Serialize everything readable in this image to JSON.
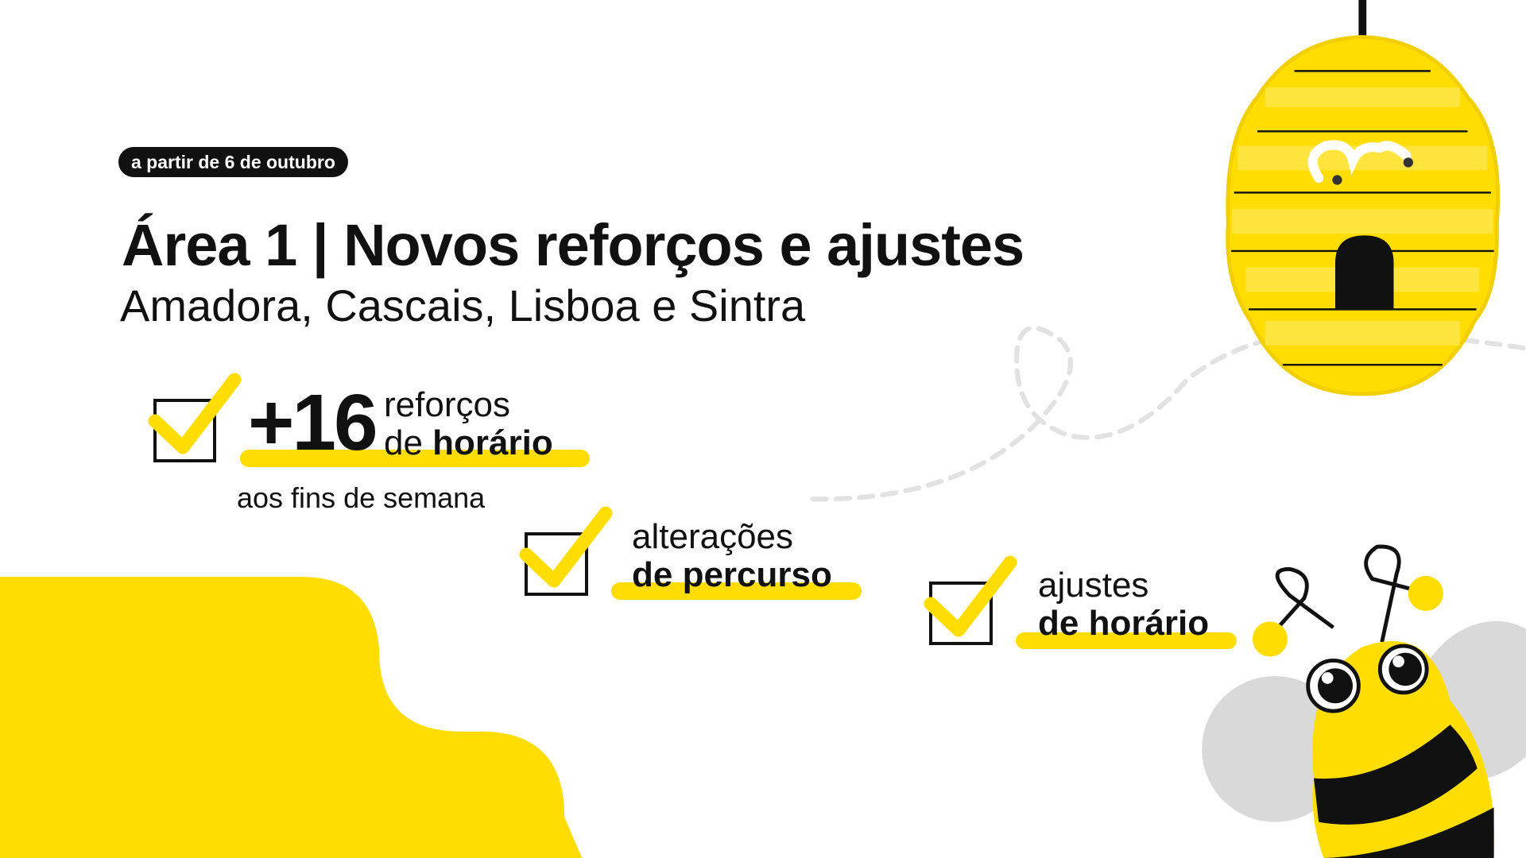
{
  "badge": "a partir de 6 de outubro",
  "title": "Área 1 | Novos reforços e ajustes",
  "subtitle": "Amadora, Cascais, Lisboa e Sintra",
  "items": [
    {
      "number": "+16",
      "line1": "reforços",
      "line2_prefix": "de ",
      "line2_bold": "horário",
      "note": "aos fins de semana"
    },
    {
      "line1": "alterações",
      "line2_bold": "de percurso"
    },
    {
      "line1": "ajustes",
      "line2_bold": "de horário"
    }
  ],
  "colors": {
    "accent": "#FFDD00",
    "dark": "#111111",
    "wing": "#D9D9D9"
  }
}
